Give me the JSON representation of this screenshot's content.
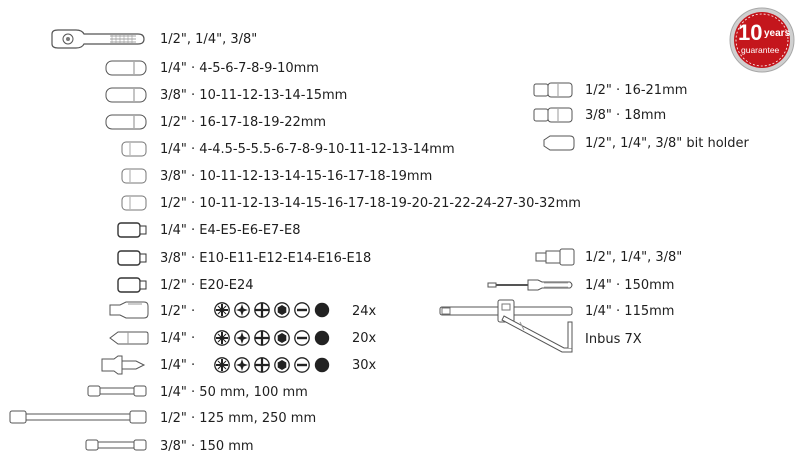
{
  "left_items": [
    {
      "label": "1/2\", 1/4\", 3/8\"",
      "icon": "ratchet-icon"
    },
    {
      "label": "1/4\" · 4-5-6-7-8-9-10mm",
      "icon": "deep-socket-icon"
    },
    {
      "label": "3/8\" · 10-11-12-13-14-15mm",
      "icon": "deep-socket-icon"
    },
    {
      "label": "1/2\" · 16-17-18-19-22mm",
      "icon": "deep-socket-icon"
    },
    {
      "label": "1/4\" · 4-4.5-5-5.5-6-7-8-9-10-11-12-13-14mm",
      "icon": "socket-icon"
    },
    {
      "label": "3/8\" · 10-11-12-13-14-15-16-17-18-19mm",
      "icon": "socket-icon"
    },
    {
      "label": "1/2\" · 10-11-12-13-14-15-16-17-18-19-20-21-22-24-27-30-32mm",
      "icon": "socket-icon"
    },
    {
      "label": "1/4\" · E4-E5-E6-E7-E8",
      "icon": "torx-socket-icon"
    },
    {
      "label": "3/8\" · E10-E11-E12-E14-E16-E18",
      "icon": "torx-socket-icon"
    },
    {
      "label": "1/2\" · E20-E24",
      "icon": "torx-socket-icon"
    },
    {
      "label": "1/2\" ·",
      "icon": "bit-socket-icon",
      "qty": "24x"
    },
    {
      "label": "1/4\" ·",
      "icon": "bit-icon",
      "qty": "20x"
    },
    {
      "label": "1/4\" ·",
      "icon": "bit-adapter-icon",
      "qty": "30x"
    },
    {
      "label": "1/4\" · 50 mm, 100 mm",
      "icon": "extension-bar-icon"
    },
    {
      "label": "1/2\" · 125 mm, 250 mm",
      "icon": "long-extension-bar-icon"
    },
    {
      "label": "3/8\" · 150 mm",
      "icon": "extension-bar-icon"
    }
  ],
  "right_items": [
    {
      "label": "1/2\" · 16-21mm",
      "icon": "spark-plug-socket-icon"
    },
    {
      "label": "3/8\" · 18mm",
      "icon": "spark-plug-socket-icon"
    },
    {
      "label": "1/2\", 1/4\", 3/8\" bit holder",
      "icon": "bit-holder-icon"
    },
    {
      "label": "1/2\", 1/4\", 3/8\"",
      "icon": "adapter-icon"
    },
    {
      "label": "1/4\" · 150mm",
      "icon": "screwdriver-handle-icon"
    },
    {
      "label": "1/4\" · 115mm",
      "icon": "t-bar-icon"
    },
    {
      "label": "Inbus 7X",
      "icon": "hex-key-icon"
    }
  ],
  "bit_types": [
    "phillips-bit-icon",
    "torx-bit-icon",
    "pozidriv-bit-icon",
    "hex-bit-icon",
    "flat-bit-icon",
    "blank-bit-icon"
  ],
  "guarantee": {
    "number": "10",
    "unit": "years",
    "word": "guarantee"
  },
  "colors": {
    "seal_red": "#c4161c",
    "seal_silver": "#bdbdbd",
    "tool_outline": "#555555"
  }
}
